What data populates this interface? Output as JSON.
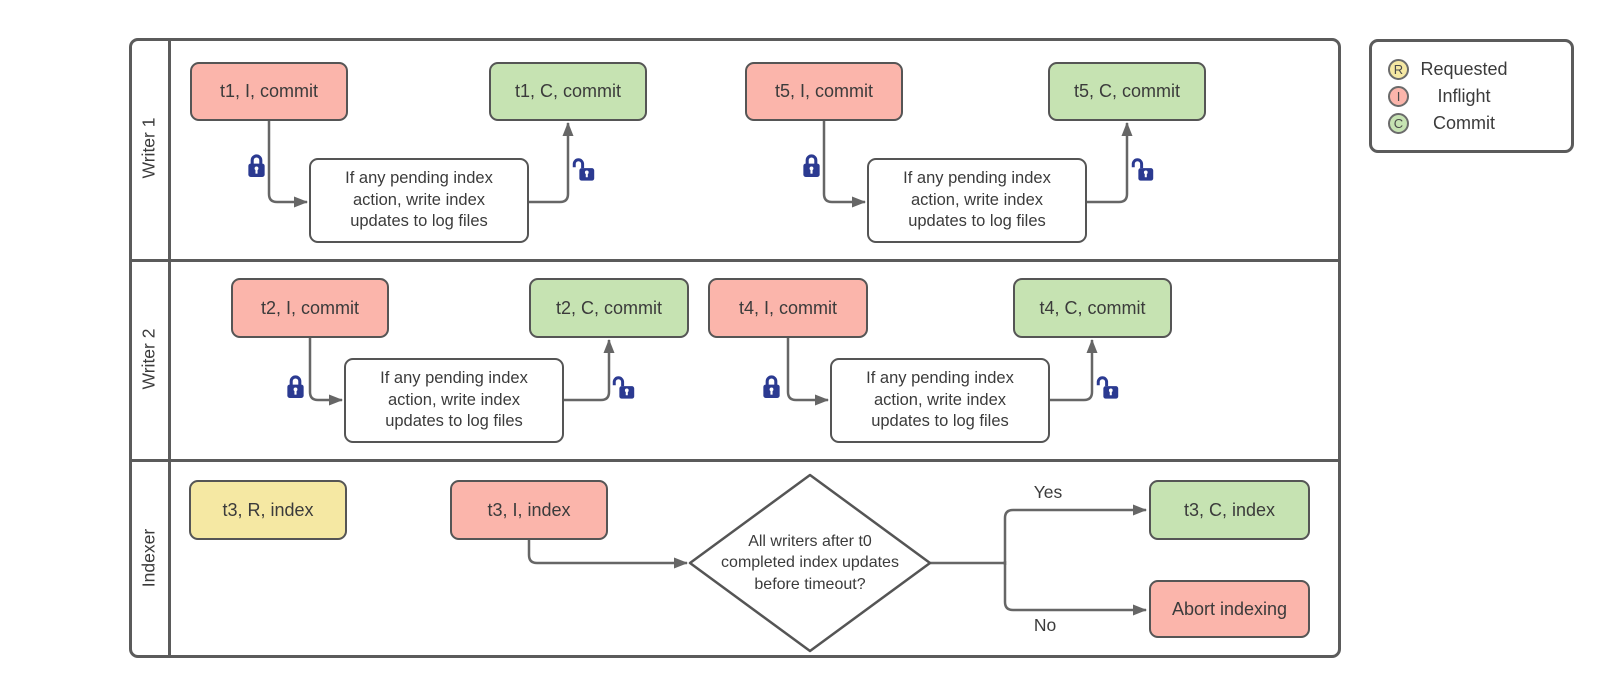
{
  "lanes": [
    {
      "label": "Writer 1"
    },
    {
      "label": "Writer 2"
    },
    {
      "label": "Indexer"
    }
  ],
  "nodes": {
    "t1_inflight": "t1, I, commit",
    "t1_commit": "t1, C, commit",
    "t5_inflight": "t5, I, commit",
    "t5_commit": "t5, C, commit",
    "t2_inflight": "t2, I, commit",
    "t2_commit": "t2, C, commit",
    "t4_inflight": "t4, I, commit",
    "t4_commit": "t4, C, commit",
    "t3_requested": "t3, R, index",
    "t3_inflight": "t3, I, index",
    "t3_commit": "t3, C, index",
    "abort": "Abort indexing",
    "pending_note": "If any pending index\naction, write index\nupdates to log files",
    "decision": "All writers after t0\ncompleted index updates\nbefore timeout?"
  },
  "edge_labels": {
    "yes": "Yes",
    "no": "No"
  },
  "legend": {
    "items": [
      {
        "letter": "R",
        "label": "Requested",
        "color": "#f5e8a3"
      },
      {
        "letter": "I",
        "label": "Inflight",
        "color": "#fbb5ab"
      },
      {
        "letter": "C",
        "label": "Commit",
        "color": "#c6e3b2"
      }
    ]
  },
  "colors": {
    "inflight": "#fbb5ab",
    "commit": "#c6e3b2",
    "requested": "#f5e8a3",
    "note_fill": "#ffffff",
    "lock": "#2b3a91",
    "shape_border": "#555555",
    "wire": "#666666",
    "frame_border": "#5b5b5b",
    "text": "#3b3b3b"
  }
}
